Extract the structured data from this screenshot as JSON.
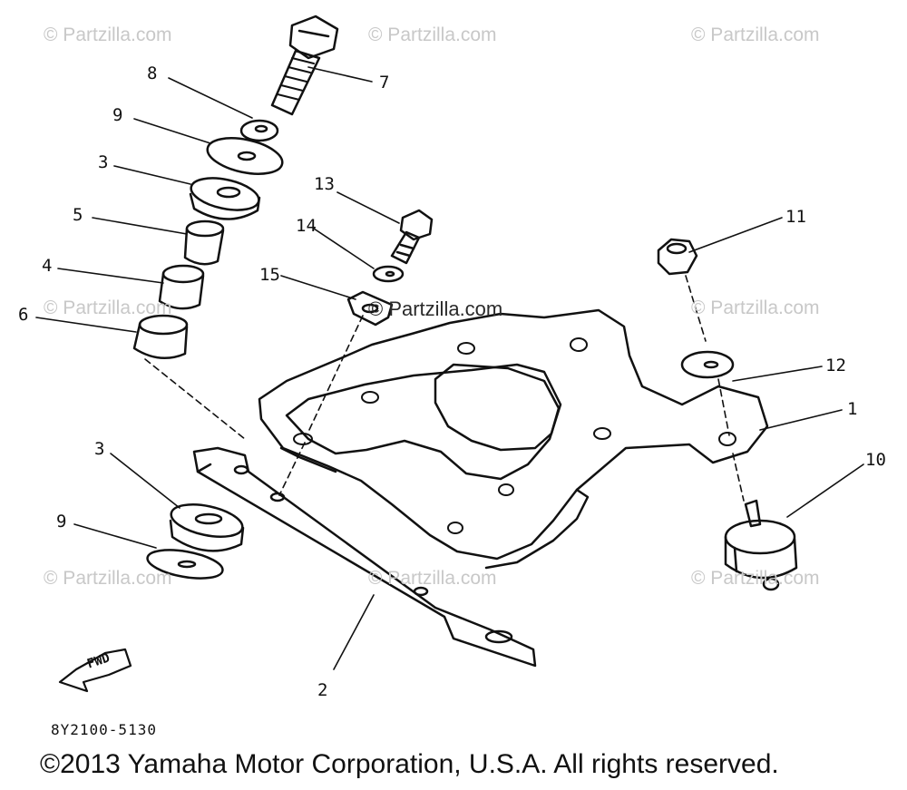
{
  "watermarks": [
    "© Partzilla.com",
    "© Partzilla.com",
    "© Partzilla.com",
    "© Partzilla.com",
    "© Partzilla.com",
    "© Partzilla.com",
    "© Partzilla.com",
    "© Partzilla.com"
  ],
  "center_watermark": "© Partzilla.com",
  "callouts": [
    "8",
    "7",
    "9",
    "3",
    "5",
    "4",
    "6",
    "13",
    "14",
    "15",
    "11",
    "12",
    "1",
    "10",
    "3",
    "9",
    "2"
  ],
  "fwd_label": "FWD",
  "part_code": "8Y2100-5130",
  "copyright": "©2013 Yamaha Motor Corporation, U.S.A. All rights reserved.",
  "colors": {
    "ink": "#111111",
    "watermark": "#c8c8c8"
  }
}
